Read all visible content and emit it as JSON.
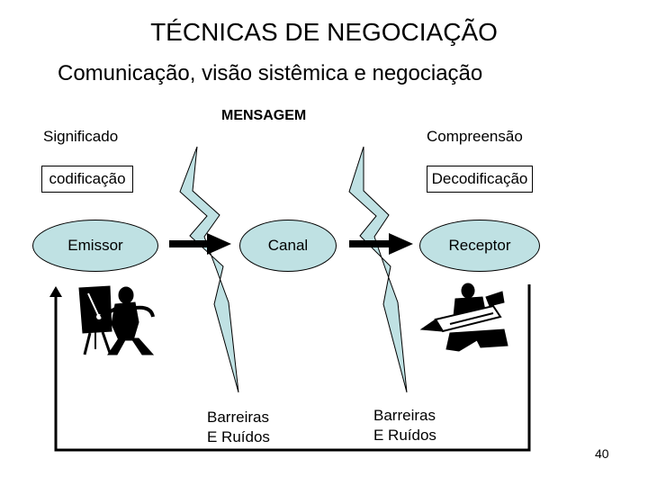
{
  "title": "TÉCNICAS DE NEGOCIAÇÃO",
  "subtitle": "Comunicação, visão sistêmica e negociação",
  "diagram": {
    "message_label": "MENSAGEM",
    "sender_side": {
      "meaning": "Significado",
      "encoding": "codificação",
      "node": "Emissor"
    },
    "channel": "Canal",
    "receiver_side": {
      "understanding": "Compreensão",
      "decoding": "Decodificação",
      "node": "Receptor"
    },
    "barrier_left": [
      "Barreiras",
      "E Ruídos"
    ],
    "barrier_right": [
      "Barreiras",
      "E Ruídos"
    ],
    "colors": {
      "node_fill": "#bfe1e3",
      "lightning_fill": "#bfe1e3",
      "stroke": "#000000"
    },
    "icons": [
      "presenter-figure-icon",
      "writer-with-pencil-figure-icon"
    ]
  },
  "page_number": "40"
}
